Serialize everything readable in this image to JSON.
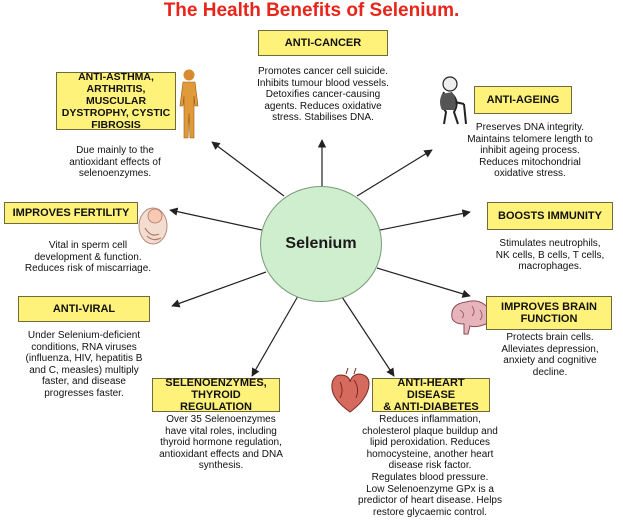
{
  "title": "The Health Benefits of Selenium.",
  "center": "Selenium",
  "nodes": {
    "anti_cancer": {
      "label": "ANTI-CANCER",
      "lines": [
        "Promotes cancer cell suicide.",
        "Inhibits tumour blood vessels.",
        "Detoxifies cancer-causing",
        "agents. Reduces oxidative",
        "stress. Stabilises DNA."
      ]
    },
    "anti_asthma": {
      "label_lines": [
        "ANTI-ASTHMA,",
        "ARTHRITIS, MUSCULAR",
        "DYSTROPHY, CYSTIC",
        "FIBROSIS"
      ],
      "lines": [
        "Due mainly to the",
        "antioxidant effects of",
        "selenoenzymes."
      ]
    },
    "anti_ageing": {
      "label": "ANTI-AGEING",
      "lines": [
        "Preserves DNA integrity.",
        "Maintains telomere length to",
        "inhibit ageing process.",
        "Reduces mitochondrial",
        "oxidative stress."
      ]
    },
    "fertility": {
      "label": "IMPROVES FERTILITY",
      "lines": [
        "Vital in sperm cell",
        "development & function.",
        "Reduces risk of miscarriage."
      ]
    },
    "immunity": {
      "label": "BOOSTS IMMUNITY",
      "lines": [
        "Stimulates neutrophils,",
        "NK cells, B cells, T cells,",
        "macrophages."
      ]
    },
    "anti_viral": {
      "label": "ANTI-VIRAL",
      "lines": [
        "Under Selenium-deficient",
        "conditions, RNA viruses",
        "(influenza, HIV, hepatitis B",
        "and C, measles) multiply",
        "faster, and disease",
        "progresses faster."
      ]
    },
    "brain": {
      "label_lines": [
        "IMPROVES BRAIN",
        "FUNCTION"
      ],
      "lines": [
        "Protects brain cells.",
        "Alleviates depression,",
        "anxiety and cognitive",
        "decline."
      ]
    },
    "thyroid": {
      "label_lines": [
        "SELENOENZYMES,",
        "THYROID REGULATION"
      ],
      "lines": [
        "Over 35 Selenoenzymes",
        "have vital roles, including",
        "thyroid hormone regulation,",
        "antioxidant effects and DNA",
        "synthesis."
      ]
    },
    "heart": {
      "label_lines": [
        "ANTI-HEART DISEASE",
        "& ANTI-DIABETES"
      ],
      "lines": [
        "Reduces inflammation,",
        "cholesterol plaque buildup and",
        "lipid peroxidation. Reduces",
        "homocysteine, another heart",
        "disease risk factor.",
        "Regulates blood pressure.",
        "Low Selenoenzyme GPx is a",
        "predictor of heart disease. Helps",
        "restore glycaemic control."
      ]
    }
  },
  "icons": [
    "human-body-icon",
    "elderly-person-icon",
    "baby-icon",
    "brain-icon",
    "heart-icon"
  ],
  "colors": {
    "title": "#e8251a",
    "label_fill": "#fff27a",
    "center_fill": "#cfeecd",
    "arrow": "#222222"
  }
}
